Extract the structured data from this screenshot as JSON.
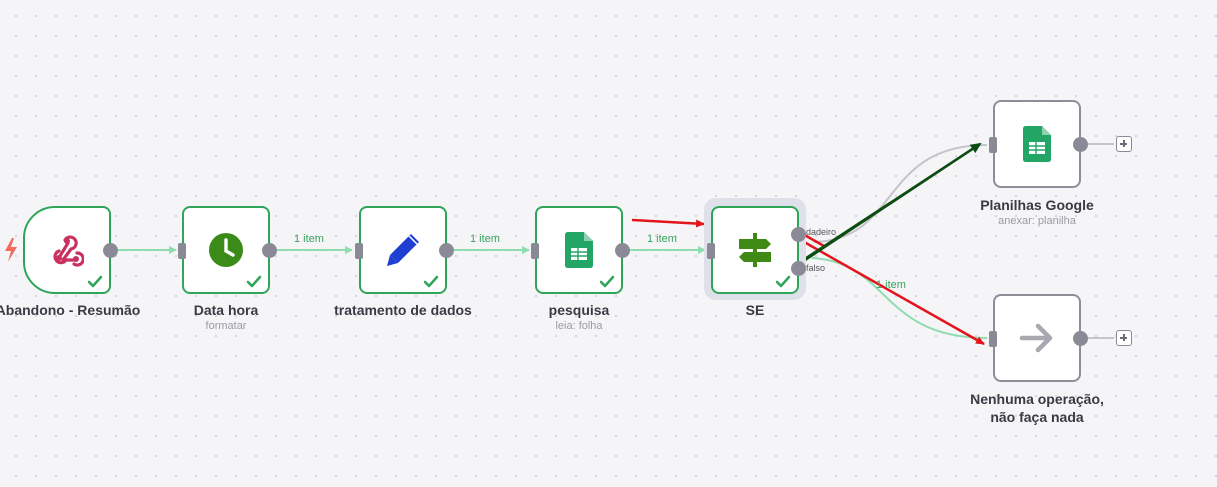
{
  "workflow": {
    "nodes": [
      {
        "id": "webhook",
        "label": "Abandono - Resumão",
        "sublabel": "",
        "icon": "webhook-icon",
        "status": "success"
      },
      {
        "id": "datetime",
        "label": "Data hora",
        "sublabel": "formatar",
        "icon": "clock-icon",
        "status": "success"
      },
      {
        "id": "set",
        "label": "tratamento de dados",
        "sublabel": "",
        "icon": "pencil-icon",
        "status": "success"
      },
      {
        "id": "search",
        "label": "pesquisa",
        "sublabel": "leia: folha",
        "icon": "google-sheets-icon",
        "status": "success"
      },
      {
        "id": "if",
        "label": "SE",
        "sublabel": "",
        "icon": "signpost-icon",
        "status": "success"
      },
      {
        "id": "sheets",
        "label": "Planilhas Google",
        "sublabel": "anexar: planilha",
        "icon": "google-sheets-icon",
        "status": "idle"
      },
      {
        "id": "noop",
        "label": "Nenhuma operação,\nnão faça nada",
        "sublabel": "",
        "icon": "arrow-right-icon",
        "status": "idle"
      }
    ],
    "edge_labels": {
      "datetime_to_set": "1 item",
      "set_to_search": "1 item",
      "search_to_if": "1 item",
      "if_false_to_noop": "1 item"
    },
    "branch_labels": {
      "true": "dadeiro",
      "false": "falso"
    },
    "colors": {
      "success": "#2fa55a",
      "edge_success": "#8fdcb0",
      "idle": "#8e8e98",
      "annotation_red": "#e3141b",
      "annotation_green": "#0e4d12"
    }
  }
}
